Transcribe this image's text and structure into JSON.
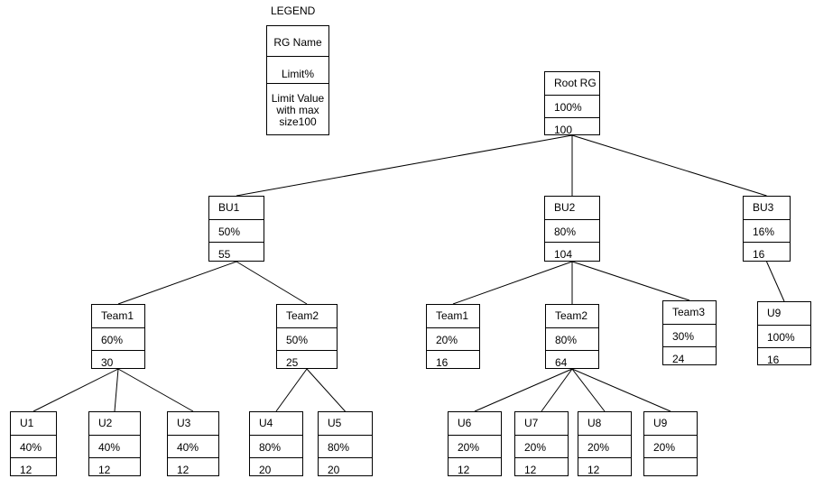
{
  "legend": {
    "title": "LEGEND",
    "name": "RG Name",
    "limit": "Limit%",
    "value": "Limit Value with max size100"
  },
  "nodes": {
    "root": {
      "name": "Root RG",
      "limit": "100%",
      "value": "100"
    },
    "bu1": {
      "name": "BU1",
      "limit": "50%",
      "value": "55"
    },
    "bu2": {
      "name": "BU2",
      "limit": "80%",
      "value": "104"
    },
    "bu3": {
      "name": "BU3",
      "limit": "16%",
      "value": "16"
    },
    "bu1_team1": {
      "name": "Team1",
      "limit": "60%",
      "value": "30"
    },
    "bu1_team2": {
      "name": "Team2",
      "limit": "50%",
      "value": "25"
    },
    "bu2_team1": {
      "name": "Team1",
      "limit": "20%",
      "value": "16"
    },
    "bu2_team2": {
      "name": "Team2",
      "limit": "80%",
      "value": "64"
    },
    "bu2_team3": {
      "name": "Team3",
      "limit": "30%",
      "value": "24"
    },
    "bu3_u9": {
      "name": "U9",
      "limit": "100%",
      "value": "16"
    },
    "u1": {
      "name": "U1",
      "limit": "40%",
      "value": "12"
    },
    "u2": {
      "name": "U2",
      "limit": "40%",
      "value": "12"
    },
    "u3": {
      "name": "U3",
      "limit": "40%",
      "value": "12"
    },
    "u4": {
      "name": "U4",
      "limit": "80%",
      "value": "20"
    },
    "u5": {
      "name": "U5",
      "limit": "80%",
      "value": "20"
    },
    "u6": {
      "name": "U6",
      "limit": "20%",
      "value": "12"
    },
    "u7": {
      "name": "U7",
      "limit": "20%",
      "value": "12"
    },
    "u8": {
      "name": "U8",
      "limit": "20%",
      "value": "12"
    },
    "u9": {
      "name": "U9",
      "limit": "20%",
      "value": ""
    }
  },
  "edges": [
    [
      "root",
      "bu1"
    ],
    [
      "root",
      "bu2"
    ],
    [
      "root",
      "bu3"
    ],
    [
      "bu1",
      "bu1_team1"
    ],
    [
      "bu1",
      "bu1_team2"
    ],
    [
      "bu2",
      "bu2_team1"
    ],
    [
      "bu2",
      "bu2_team2"
    ],
    [
      "bu2",
      "bu2_team3"
    ],
    [
      "bu3",
      "bu3_u9"
    ],
    [
      "bu1_team1",
      "u1"
    ],
    [
      "bu1_team1",
      "u2"
    ],
    [
      "bu1_team1",
      "u3"
    ],
    [
      "bu1_team2",
      "u4"
    ],
    [
      "bu1_team2",
      "u5"
    ],
    [
      "bu2_team2",
      "u6"
    ],
    [
      "bu2_team2",
      "u7"
    ],
    [
      "bu2_team2",
      "u8"
    ],
    [
      "bu2_team2",
      "u9"
    ]
  ]
}
